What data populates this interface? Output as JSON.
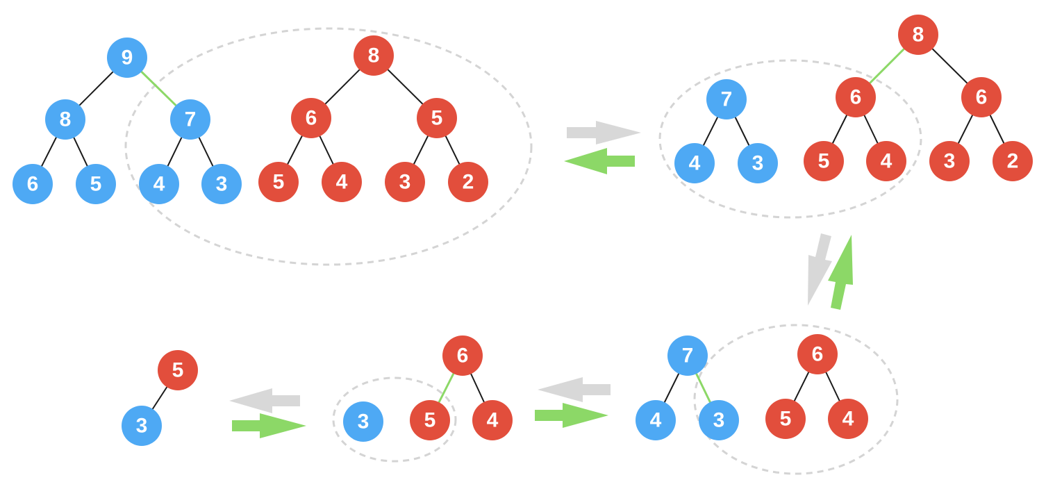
{
  "colors": {
    "blue": "#4ea9f4",
    "red": "#e24e3c",
    "edge": "#1a1a1a",
    "highlight_edge": "#8cd867",
    "dashed_outline": "#d4d4d4",
    "arrow_gray": "#d8d8d8",
    "arrow_green": "#8cd867"
  },
  "nodes": {
    "s1_n9": "9",
    "s1_n8b": "8",
    "s1_n7b": "7",
    "s1_n6b": "6",
    "s1_n5b": "5",
    "s1_n4b": "4",
    "s1_n3b": "3",
    "s1_n8r": "8",
    "s1_n6r": "6",
    "s1_n5r": "5",
    "s1_n5r2": "5",
    "s1_n4r": "4",
    "s1_n3r": "3",
    "s1_n2r": "2",
    "s2_n8r": "8",
    "s2_n7b": "7",
    "s2_n4b": "4",
    "s2_n3b": "3",
    "s2_n6r": "6",
    "s2_n5r": "5",
    "s2_n4r": "4",
    "s2_n6r2": "6",
    "s2_n3r": "3",
    "s2_n2r": "2",
    "s3_n7b": "7",
    "s3_n4b": "4",
    "s3_n3b": "3",
    "s3_n6r": "6",
    "s3_n5r": "5",
    "s3_n4r": "4",
    "s4_n6r": "6",
    "s4_n3b": "3",
    "s4_n5r": "5",
    "s4_n4r": "4",
    "s5_n5r": "5",
    "s5_n3b": "3"
  }
}
